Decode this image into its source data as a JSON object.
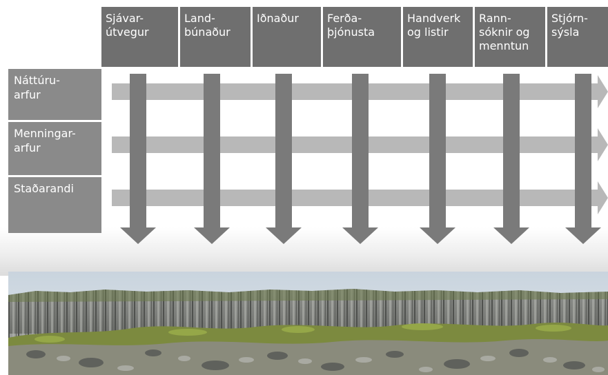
{
  "columns": [
    {
      "label": "Sjávar-\nútvegur"
    },
    {
      "label": "Land-\nbúnaður"
    },
    {
      "label": "Iðnaður"
    },
    {
      "label": "Ferða-\nþjónusta"
    },
    {
      "label": "Handverk\nog listir"
    },
    {
      "label": "Rann-\nsóknir og\nmenntun"
    },
    {
      "label": "Stjórn-\nsýsla"
    }
  ],
  "rows": [
    {
      "label": "Náttúru-\narfur"
    },
    {
      "label": "Menningar-\narfur"
    },
    {
      "label": "Staðarandi"
    }
  ],
  "colors": {
    "column_header": "#6f6f6f",
    "row_header": "#8a8a8a",
    "horizontal_arrow": "#b8b8b8",
    "vertical_arrow": "#7a7a7a",
    "header_text": "#ffffff"
  },
  "photo": {
    "subject": "basalt column cliff with grassy boulder slope"
  }
}
